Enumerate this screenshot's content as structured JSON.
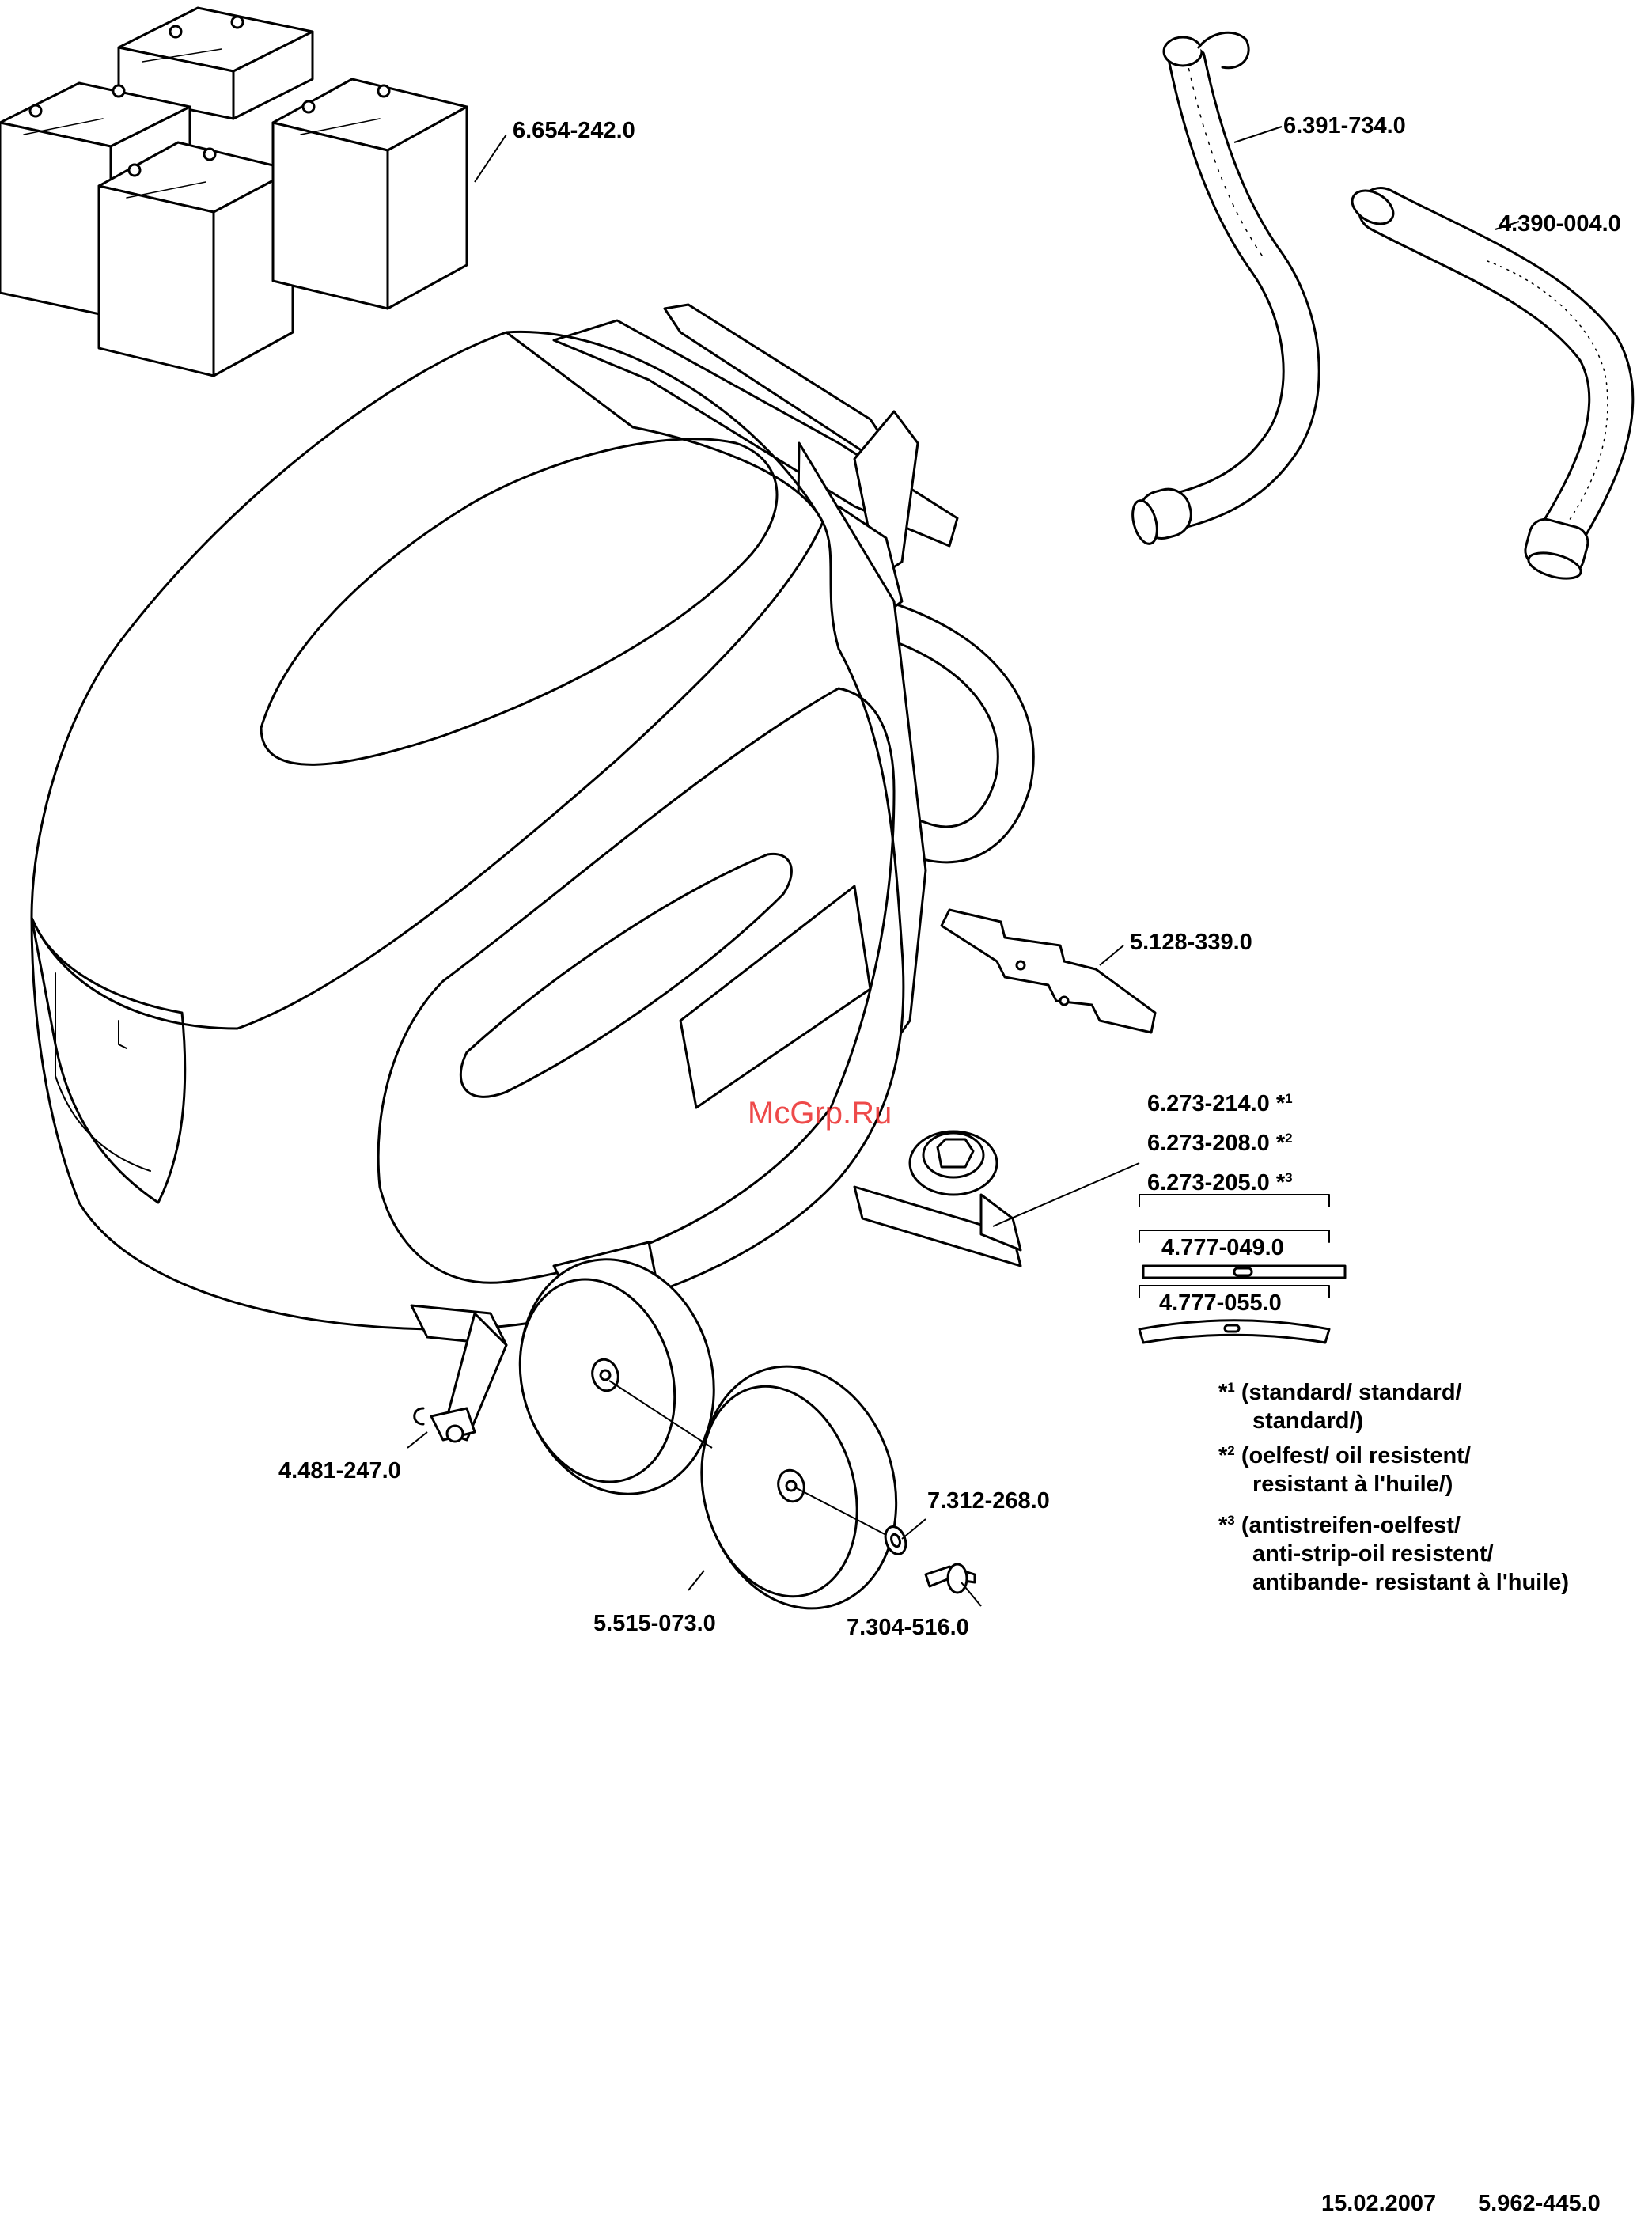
{
  "parts": {
    "batteries": "6.654-242.0",
    "filler_hose": "6.391-734.0",
    "suction_hose": "4.390-004.0",
    "bracket_plate": "5.128-339.0",
    "squeegee_lip_1": "6.273-214.0",
    "squeegee_lip_2": "6.273-208.0",
    "squeegee_lip_3": "6.273-205.0",
    "squeegee_blade_straight": "4.777-049.0",
    "squeegee_blade_curved": "4.777-055.0",
    "axle_clip": "4.481-247.0",
    "washer": "7.312-268.0",
    "wheel": "5.515-073.0",
    "screw": "7.304-516.0"
  },
  "markers": {
    "m1": "*",
    "s1": "1",
    "m2": "*",
    "s2": "2",
    "m3": "*",
    "s3": "3"
  },
  "notes": {
    "n1_line1": "(standard/ standard/",
    "n1_line2": "standard/)",
    "n2_line1": "(oelfest/ oil resistent/",
    "n2_line2": "resistant à l'huile/)",
    "n3_line1": "(antistreifen-oelfest/",
    "n3_line2": "anti-strip-oil resistent/",
    "n3_line3": "antibande- resistant à l'huile)"
  },
  "footer": {
    "date": "15.02.2007",
    "doc_number": "5.962-445.0"
  },
  "watermark": "McGrp.Ru"
}
